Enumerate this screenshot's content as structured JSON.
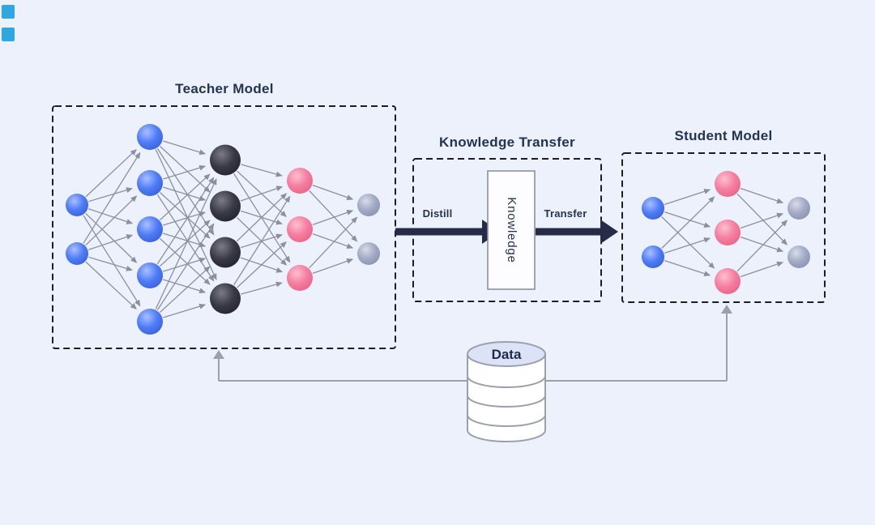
{
  "page": {
    "background": "#edf1fb"
  },
  "teacher": {
    "title": "Teacher Model",
    "layers": [
      {
        "color": "blue",
        "count": 2
      },
      {
        "color": "blue",
        "count": 5
      },
      {
        "color": "dark",
        "count": 4
      },
      {
        "color": "pink",
        "count": 3
      },
      {
        "color": "gray",
        "count": 2
      }
    ]
  },
  "knowledge_transfer": {
    "title": "Knowledge Transfer",
    "box_label": "Knowledge",
    "distill_label": "Distill",
    "transfer_label": "Transfer"
  },
  "student": {
    "title": "Student Model",
    "layers": [
      {
        "color": "blue",
        "count": 2
      },
      {
        "color": "pink",
        "count": 3
      },
      {
        "color": "gray",
        "count": 2
      }
    ]
  },
  "data_store": {
    "label": "Data"
  },
  "colors": {
    "node_blue": "#4e7cf6",
    "node_dark": "#3a3a46",
    "node_pink": "#f47e9f",
    "node_gray": "#a2aac4",
    "edge": "#8b90a0",
    "flow_arrow": "#262b47",
    "connector": "#9aa0ae",
    "text": "#233354",
    "dashed_border": "#1b1e2a",
    "decorative_mark": "#2fa8e1"
  }
}
